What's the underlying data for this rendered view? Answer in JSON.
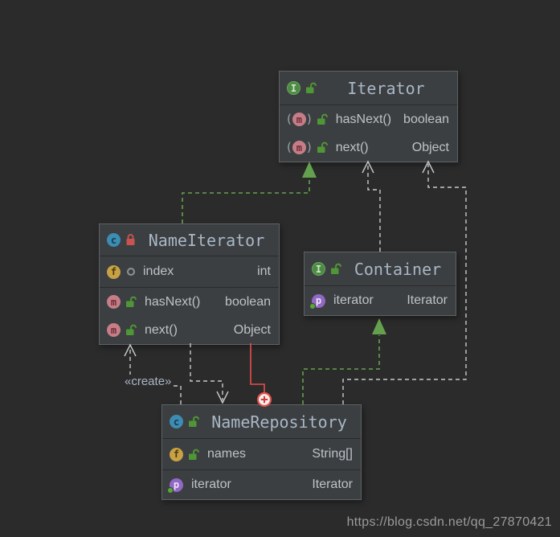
{
  "page": {
    "watermark": "https://blog.csdn.net/qq_27870421"
  },
  "edge_labels": {
    "create": "«create»"
  },
  "icons": {
    "interface_letter": "I",
    "class_letter": "c",
    "field_letter": "f",
    "method_letter": "m",
    "property_letter": "p",
    "abstract_paren_open": "(",
    "abstract_paren_close": ")"
  },
  "colors": {
    "canvas_bg": "#2b2b2b",
    "box_bg": "#3c3f41",
    "box_border": "#5f6365",
    "title_text": "#a9b7c6",
    "member_text": "#bdc3c8",
    "realization_green": "#64a14e",
    "dependency_gray": "#c7cacb",
    "inner_class_red": "#e4504b",
    "lock_open_green": "#4f9636",
    "lock_closed_orange": "#c75450"
  },
  "classes": {
    "iterator": {
      "title": "Iterator",
      "kind": "interface",
      "members": {
        "hasNext": {
          "name": "hasNext()",
          "type": "boolean"
        },
        "next": {
          "name": "next()",
          "type": "Object"
        }
      }
    },
    "nameIterator": {
      "title": "NameIterator",
      "kind": "class",
      "members": {
        "index": {
          "name": "index",
          "type": "int"
        },
        "hasNext": {
          "name": "hasNext()",
          "type": "boolean"
        },
        "next": {
          "name": "next()",
          "type": "Object"
        }
      }
    },
    "container": {
      "title": "Container",
      "kind": "interface",
      "members": {
        "iterator": {
          "name": "iterator",
          "type": "Iterator"
        }
      }
    },
    "nameRepository": {
      "title": "NameRepository",
      "kind": "class",
      "members": {
        "names": {
          "name": "names",
          "type": "String[]"
        },
        "iterator": {
          "name": "iterator",
          "type": "Iterator"
        }
      }
    }
  }
}
